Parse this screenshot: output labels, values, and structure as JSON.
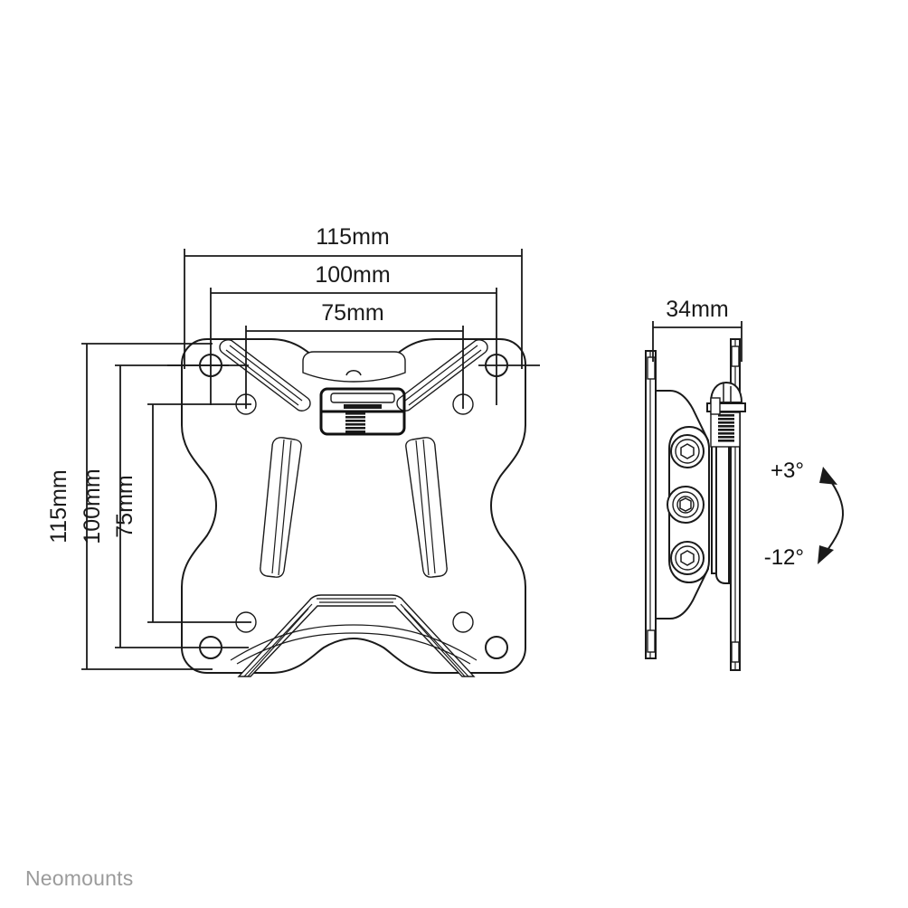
{
  "brand": {
    "name": "Neomounts"
  },
  "views": {
    "front": {
      "name": "front-view"
    },
    "side": {
      "name": "side-view"
    }
  },
  "dimensions": {
    "horizontal": [
      {
        "label": "115mm",
        "value": 115,
        "unit": "mm",
        "axis": "width",
        "name": "dim-width-115"
      },
      {
        "label": "100mm",
        "value": 100,
        "unit": "mm",
        "axis": "width",
        "name": "dim-width-100"
      },
      {
        "label": "75mm",
        "value": 75,
        "unit": "mm",
        "axis": "width",
        "name": "dim-width-75"
      }
    ],
    "vertical": [
      {
        "label": "115mm",
        "value": 115,
        "unit": "mm",
        "axis": "height",
        "name": "dim-height-115"
      },
      {
        "label": "100mm",
        "value": 100,
        "unit": "mm",
        "axis": "height",
        "name": "dim-height-100"
      },
      {
        "label": "75mm",
        "value": 75,
        "unit": "mm",
        "axis": "height",
        "name": "dim-height-75"
      }
    ],
    "depth": [
      {
        "label": "34mm",
        "value": 34,
        "unit": "mm",
        "axis": "depth",
        "name": "dim-depth-34"
      }
    ]
  },
  "angles": {
    "tilt_up": {
      "label": "+3°",
      "value": 3,
      "unit": "deg",
      "name": "angle-tilt-up"
    },
    "tilt_down": {
      "label": "-12°",
      "value": -12,
      "unit": "deg",
      "name": "angle-tilt-down"
    }
  },
  "colors": {
    "line": "#1a1a1a",
    "brand_text": "#9b9b9b",
    "background": "#ffffff"
  }
}
